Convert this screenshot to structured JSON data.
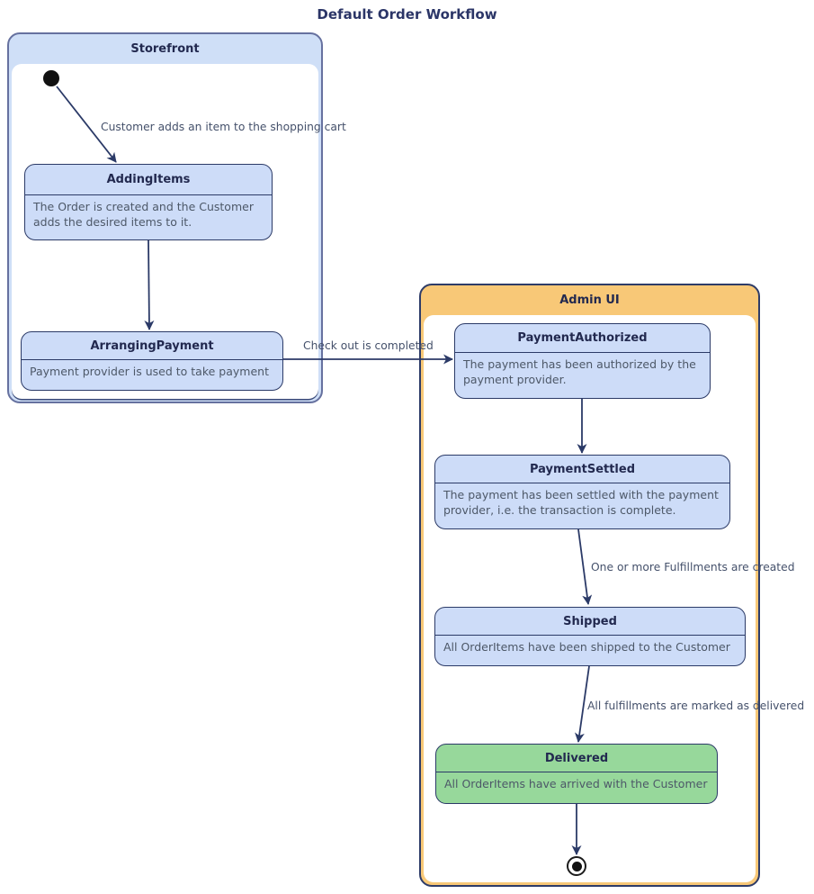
{
  "diagram": {
    "title": "Default Order Workflow",
    "type": "state-diagram"
  },
  "containers": {
    "storefront": {
      "label": "Storefront"
    },
    "admin_ui": {
      "label": "Admin UI"
    }
  },
  "states": {
    "adding_items": {
      "name": "AddingItems",
      "description": "The Order is created and the Customer adds the desired items to it."
    },
    "arranging_payment": {
      "name": "ArrangingPayment",
      "description": "Payment provider is used to take payment"
    },
    "payment_authorized": {
      "name": "PaymentAuthorized",
      "description": "The payment has been authorized by the payment provider."
    },
    "payment_settled": {
      "name": "PaymentSettled",
      "description": "The payment has been settled with the payment provider, i.e. the transaction is complete."
    },
    "shipped": {
      "name": "Shipped",
      "description": "All OrderItems have been shipped to the Customer"
    },
    "delivered": {
      "name": "Delivered",
      "description": "All OrderItems have arrived with the Customer"
    }
  },
  "transitions": {
    "start_to_adding_items": {
      "label": "Customer adds an item to the shopping cart"
    },
    "arranging_to_authorized": {
      "label": "Check out is completed"
    },
    "settled_to_shipped": {
      "label": "One or more Fulfillments are created"
    },
    "shipped_to_delivered": {
      "label": "All fulfillments are marked as delivered"
    }
  },
  "colors": {
    "state_fill": "#cddcf8",
    "state_border": "#2b3a67",
    "delivered_fill": "#97d89b",
    "storefront_fill": "#cfdff7",
    "storefront_border": "#66719f",
    "admin_header_fill": "#f8c877",
    "admin_border": "#2e3c68",
    "arrow": "#2b3a67",
    "title_text": "#2b3567",
    "body_text": "#4d5868"
  }
}
